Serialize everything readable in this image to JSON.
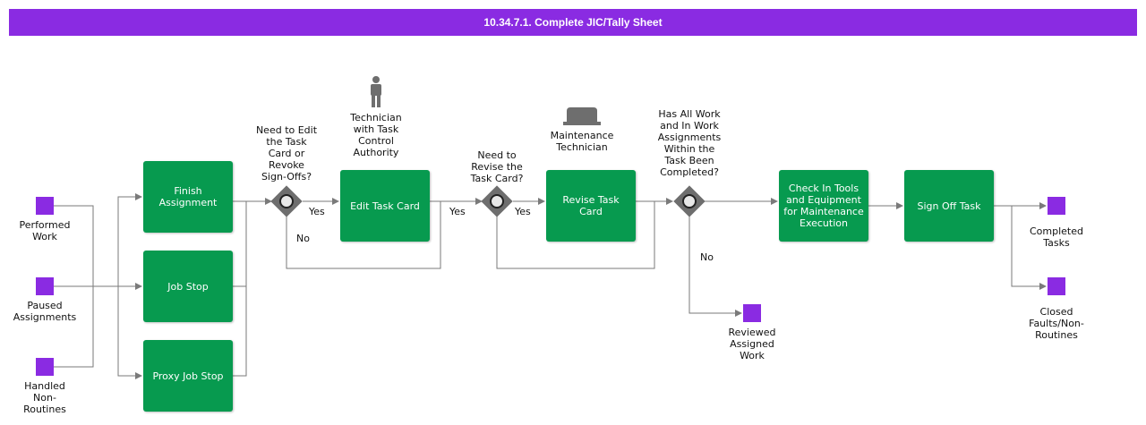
{
  "title": "10.34.7.1. Complete JIC/Tally Sheet",
  "start_events": {
    "performed_work": "Performed\nWork",
    "paused_assignments": "Paused\nAssignments",
    "handled_non_routines": "Handled\nNon-\nRoutines"
  },
  "tasks": {
    "finish_assignment": "Finish\nAssignment",
    "job_stop": "Job Stop",
    "proxy_job_stop": "Proxy Job Stop",
    "edit_task_card": "Edit Task Card",
    "revise_task_card": "Revise Task\nCard",
    "check_in_tools": "Check In Tools\nand Equipment\nfor Maintenance\nExecution",
    "sign_off_task": "Sign Off Task"
  },
  "gateways": {
    "g1_question": "Need to Edit\nthe Task\nCard or\nRevoke\nSign-Offs?",
    "g2_question": "Need to\nRevise the\nTask Card?",
    "g3_question": "Has All Work\nand In Work\nAssignments\nWithin the\nTask Been\nCompleted?"
  },
  "flow_labels": {
    "g1_yes": "Yes",
    "g1_no": "No",
    "g2_yes_incoming": "Yes",
    "g2_yes": "Yes",
    "g3_no": "No"
  },
  "roles": {
    "technician_task_control": "Technician\nwith Task\nControl\nAuthority",
    "maintenance_technician": "Maintenance\nTechnician"
  },
  "end_events": {
    "reviewed_assigned_work": "Reviewed\nAssigned\nWork",
    "completed_tasks": "Completed\nTasks",
    "closed_faults": "Closed\nFaults/Non-\nRoutines"
  },
  "colors": {
    "header": "#8a2be2",
    "task": "#079a4f",
    "event": "#8a2be2",
    "gateway": "#6e6e6e",
    "connector": "#7a7a7a"
  }
}
